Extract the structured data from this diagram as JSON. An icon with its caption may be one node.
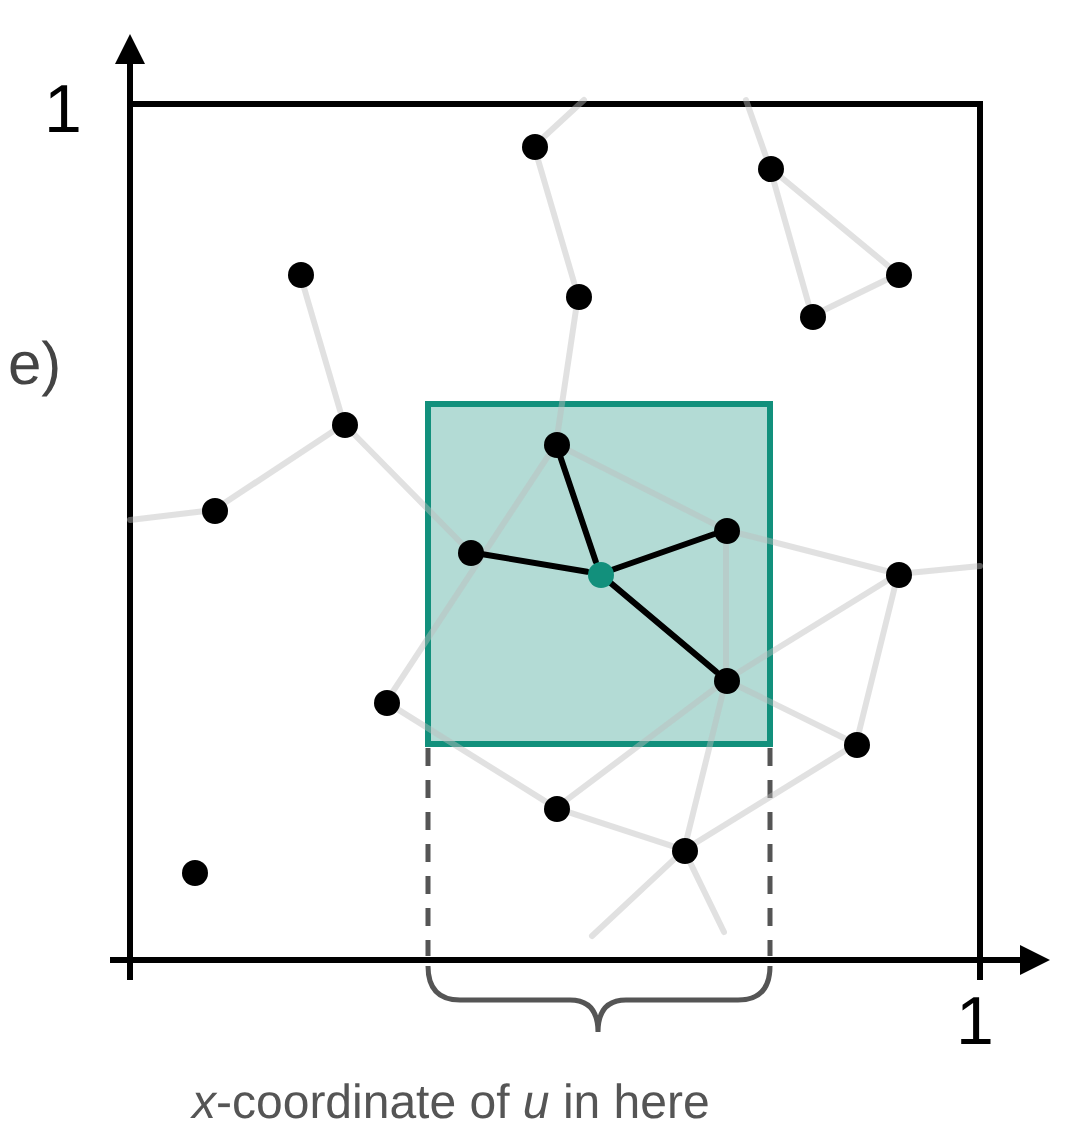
{
  "diagram": {
    "nodes": [
      {
        "text": [],
        "shape": "circle"
      },
      {
        "text": [],
        "shape": "circle"
      },
      {
        "text": [],
        "shape": "circle"
      },
      {
        "text": [],
        "shape": "circle"
      },
      {
        "text": [],
        "shape": "circle"
      },
      {
        "text": [],
        "shape": "circle"
      },
      {
        "text": [],
        "shape": "circle"
      },
      {
        "text": [],
        "shape": "circle"
      },
      {
        "text": [],
        "shape": "circle"
      },
      {
        "text": [],
        "shape": "circle"
      },
      {
        "text": [],
        "shape": "circle"
      },
      {
        "text": [],
        "shape": "circle"
      },
      {
        "text": [],
        "shape": "circle"
      },
      {
        "text": [],
        "shape": "circle"
      },
      {
        "text": [],
        "shape": "circle"
      },
      {
        "text": [],
        "shape": "circle"
      },
      {
        "text": [],
        "shape": "circle"
      },
      {
        "text": [],
        "shape": "circle"
      },
      {
        "text": [],
        "shape": "circle"
      }
    ],
    "edges": [
      {
        "from": 0,
        "to": null,
        "arrow": "none"
      },
      {
        "from": 0,
        "to": 3,
        "arrow": "none"
      },
      {
        "from": 1,
        "to": null,
        "arrow": "none"
      },
      {
        "from": 1,
        "to": 4,
        "arrow": "none"
      },
      {
        "from": 1,
        "to": 5,
        "arrow": "none"
      },
      {
        "from": 4,
        "to": 5,
        "arrow": "none"
      },
      {
        "from": 3,
        "to": 8,
        "arrow": "none"
      },
      {
        "from": 2,
        "to": 6,
        "arrow": "none"
      },
      {
        "from": 6,
        "to": 7,
        "arrow": "none"
      },
      {
        "from": 7,
        "to": null,
        "arrow": "none"
      },
      {
        "from": 6,
        "to": 9,
        "arrow": "none"
      },
      {
        "from": 8,
        "to": 13,
        "arrow": "none"
      },
      {
        "from": 8,
        "to": 11,
        "arrow": "none"
      },
      {
        "from": 11,
        "to": 12,
        "arrow": "none"
      },
      {
        "from": 11,
        "to": 14,
        "arrow": "none"
      },
      {
        "from": 14,
        "to": 12,
        "arrow": "none"
      },
      {
        "from": 14,
        "to": 16,
        "arrow": "none"
      },
      {
        "from": 14,
        "to": 15,
        "arrow": "none"
      },
      {
        "from": 14,
        "to": 17,
        "arrow": "none"
      },
      {
        "from": 12,
        "to": 15,
        "arrow": "none"
      },
      {
        "from": 12,
        "to": null,
        "arrow": "none"
      },
      {
        "from": 13,
        "to": 16,
        "arrow": "none"
      },
      {
        "from": 16,
        "to": 17,
        "arrow": "none"
      },
      {
        "from": 17,
        "to": 15,
        "arrow": "none"
      },
      {
        "from": 17,
        "to": null,
        "arrow": "none"
      },
      {
        "from": 17,
        "to": null,
        "arrow": "none"
      },
      {
        "from": 10,
        "to": 8,
        "arrow": "none",
        "color": "#000000"
      },
      {
        "from": 10,
        "to": 9,
        "arrow": "none",
        "color": "#000000"
      },
      {
        "from": 10,
        "to": 11,
        "arrow": "none",
        "color": "#000000"
      },
      {
        "from": 10,
        "to": 14,
        "arrow": "none",
        "color": "#000000"
      }
    ],
    "labels": [
      "1",
      "e)",
      "1",
      "*x*-coordinate of *u* in here"
    ]
  }
}
